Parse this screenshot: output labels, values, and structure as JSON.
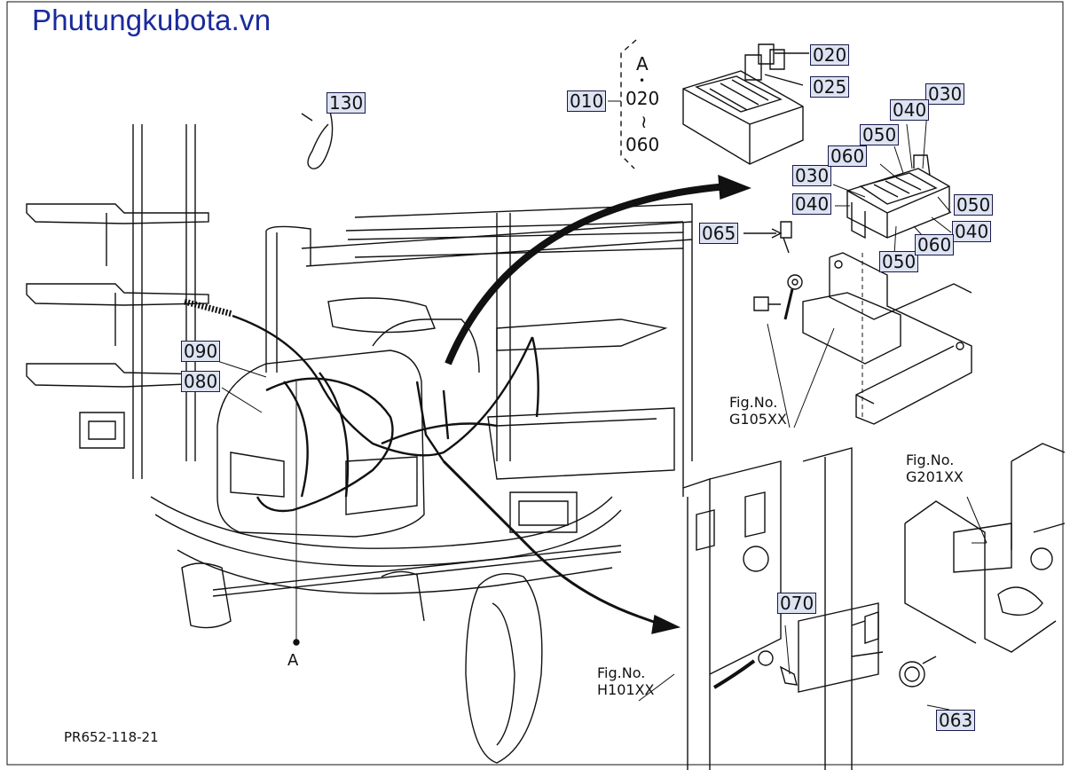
{
  "watermark": "Phutungkubota.vn",
  "drawing_code": "PR652-118-21",
  "part_callouts": [
    {
      "id": "010",
      "label": "010"
    },
    {
      "id": "020",
      "label": "020"
    },
    {
      "id": "025",
      "label": "025"
    },
    {
      "id": "030a",
      "label": "030"
    },
    {
      "id": "030b",
      "label": "030"
    },
    {
      "id": "040a",
      "label": "040"
    },
    {
      "id": "040b",
      "label": "040"
    },
    {
      "id": "040c",
      "label": "040"
    },
    {
      "id": "050a",
      "label": "050"
    },
    {
      "id": "050b",
      "label": "050"
    },
    {
      "id": "050c",
      "label": "050"
    },
    {
      "id": "060a",
      "label": "060"
    },
    {
      "id": "060b",
      "label": "060"
    },
    {
      "id": "063",
      "label": "063"
    },
    {
      "id": "065",
      "label": "065"
    },
    {
      "id": "070",
      "label": "070"
    },
    {
      "id": "080",
      "label": "080"
    },
    {
      "id": "090",
      "label": "090"
    },
    {
      "id": "130",
      "label": "130"
    }
  ],
  "range_note": {
    "top": "A",
    "dot": "•",
    "from": "020",
    "tilde": "≀",
    "to": "060"
  },
  "point_marker": "A",
  "fig_refs": [
    {
      "line1": "Fig.No.",
      "line2": "G105XX"
    },
    {
      "line1": "Fig.No.",
      "line2": "G201XX"
    },
    {
      "line1": "Fig.No.",
      "line2": "H101XX"
    }
  ]
}
